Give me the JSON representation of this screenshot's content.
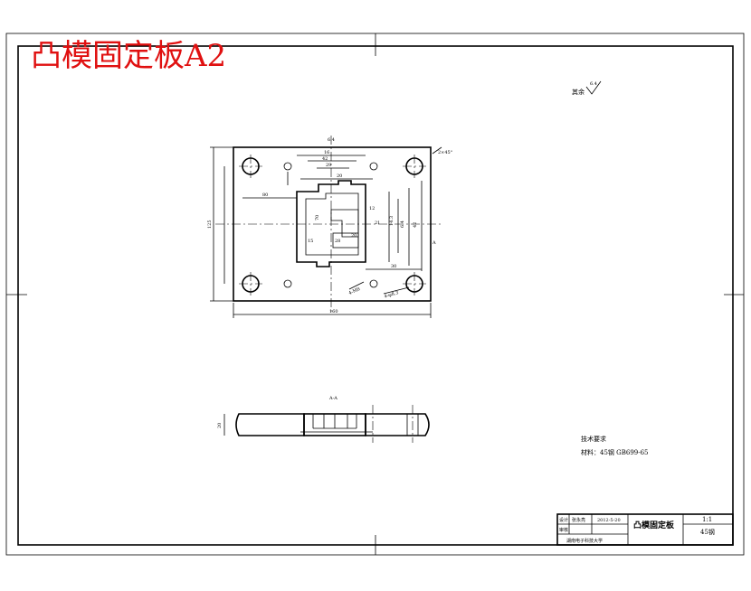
{
  "sheet_title": "凸模固定板A2",
  "roughness": {
    "label": "其余",
    "value": "6.4"
  },
  "notes": {
    "heading": "技术要求",
    "material": "材料：45钢 GB699-65"
  },
  "top_view": {
    "overall_width": "160",
    "overall_height": "125",
    "dims_top": [
      "6.4",
      "16",
      "42",
      "29",
      "20"
    ],
    "dims_inner_right": [
      "12",
      "14.3",
      "6.4",
      "42"
    ],
    "dims_misc": [
      "80",
      "30",
      "20",
      "70",
      "28",
      "21",
      "15"
    ],
    "hole_callouts": [
      "4-M8",
      "4-φ8.3"
    ],
    "section_mark": "A",
    "chamfer": "2×45°"
  },
  "side_view": {
    "thickness": "20",
    "section_label": "A-A"
  },
  "title_block": {
    "role_design": "设计",
    "designer": "张永亮",
    "date": "2012-5-20",
    "role_check": "审核",
    "part_name": "凸模固定板",
    "scale": "1:1",
    "material": "45钢",
    "school": "湖南电子科技大学"
  }
}
